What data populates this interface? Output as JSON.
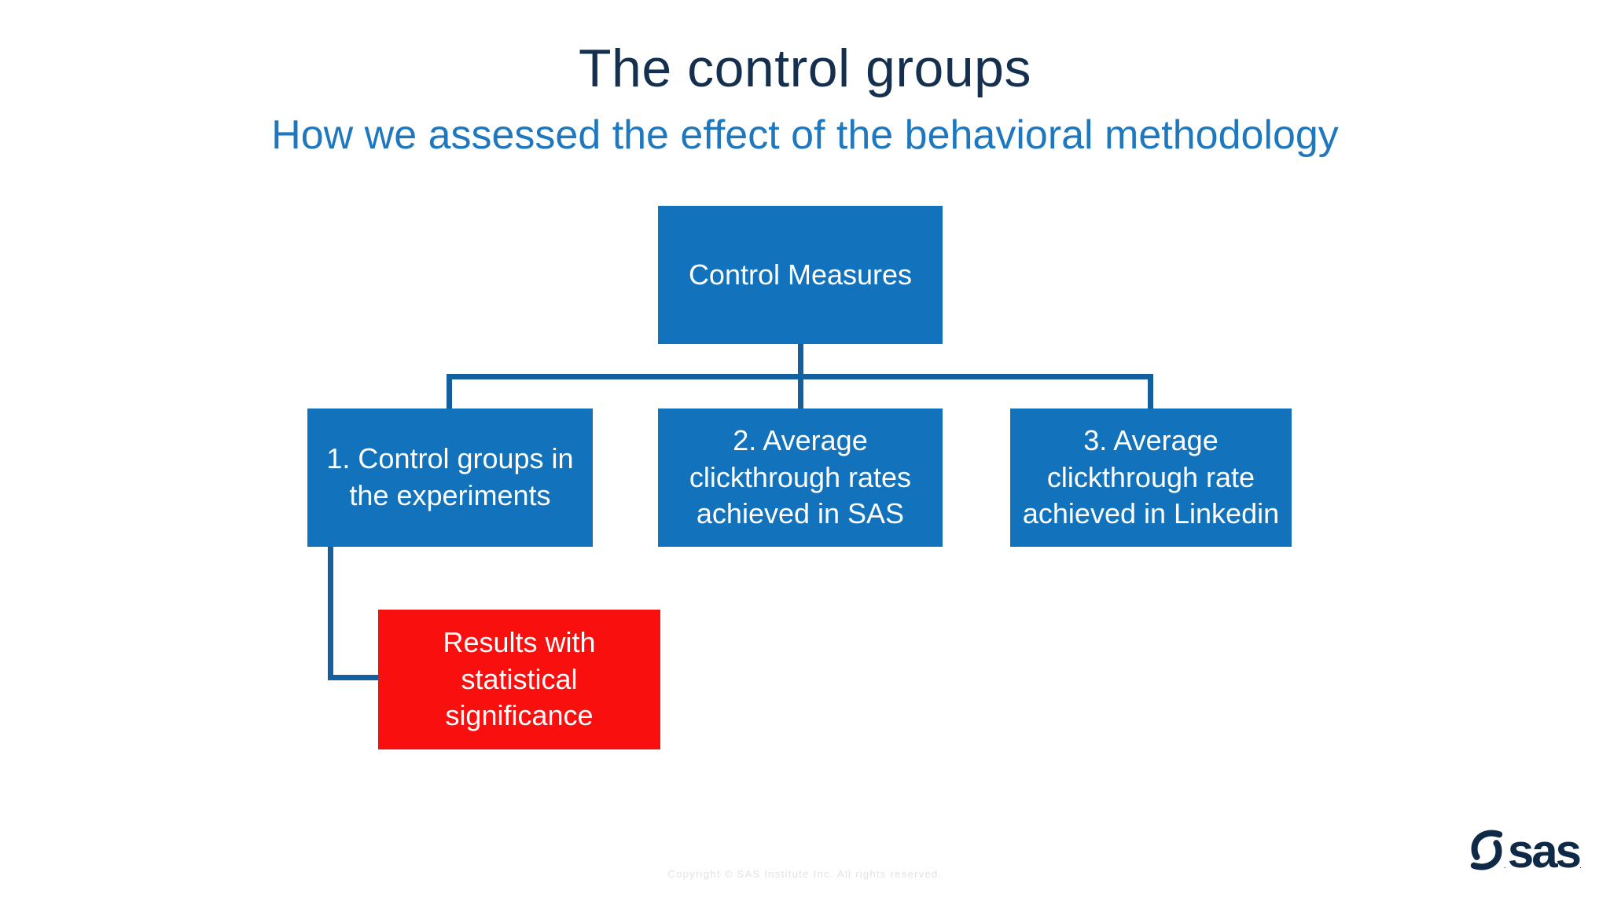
{
  "slide": {
    "title": "The control groups",
    "subtitle": "How we assessed the effect of the behavioral methodology",
    "footer": {
      "copyright": "Copyright © SAS Institute Inc. All rights reserved."
    },
    "logo": {
      "text": "sas",
      "mark": "."
    }
  },
  "diagram": {
    "root": {
      "label": "Control Measures"
    },
    "children": [
      {
        "label": "1. Control groups in\nthe experiments"
      },
      {
        "label": "2. Average\nclickthrough rates\nachieved in SAS"
      },
      {
        "label": "3. Average\nclickthrough rate\nachieved in Linkedin"
      }
    ],
    "result": {
      "label": "Results with\nstatistical\nsignificance"
    }
  },
  "colors": {
    "title-navy": "#15304E",
    "subtitle-blue": "#1F78BE",
    "box-blue": "#1272BC",
    "connector-blue": "#14609F",
    "alert-red": "#FA0F0F",
    "footer-gray": "#E2E2E4",
    "logo-navy": "#0E2A46",
    "background": "#FFFFFF"
  }
}
